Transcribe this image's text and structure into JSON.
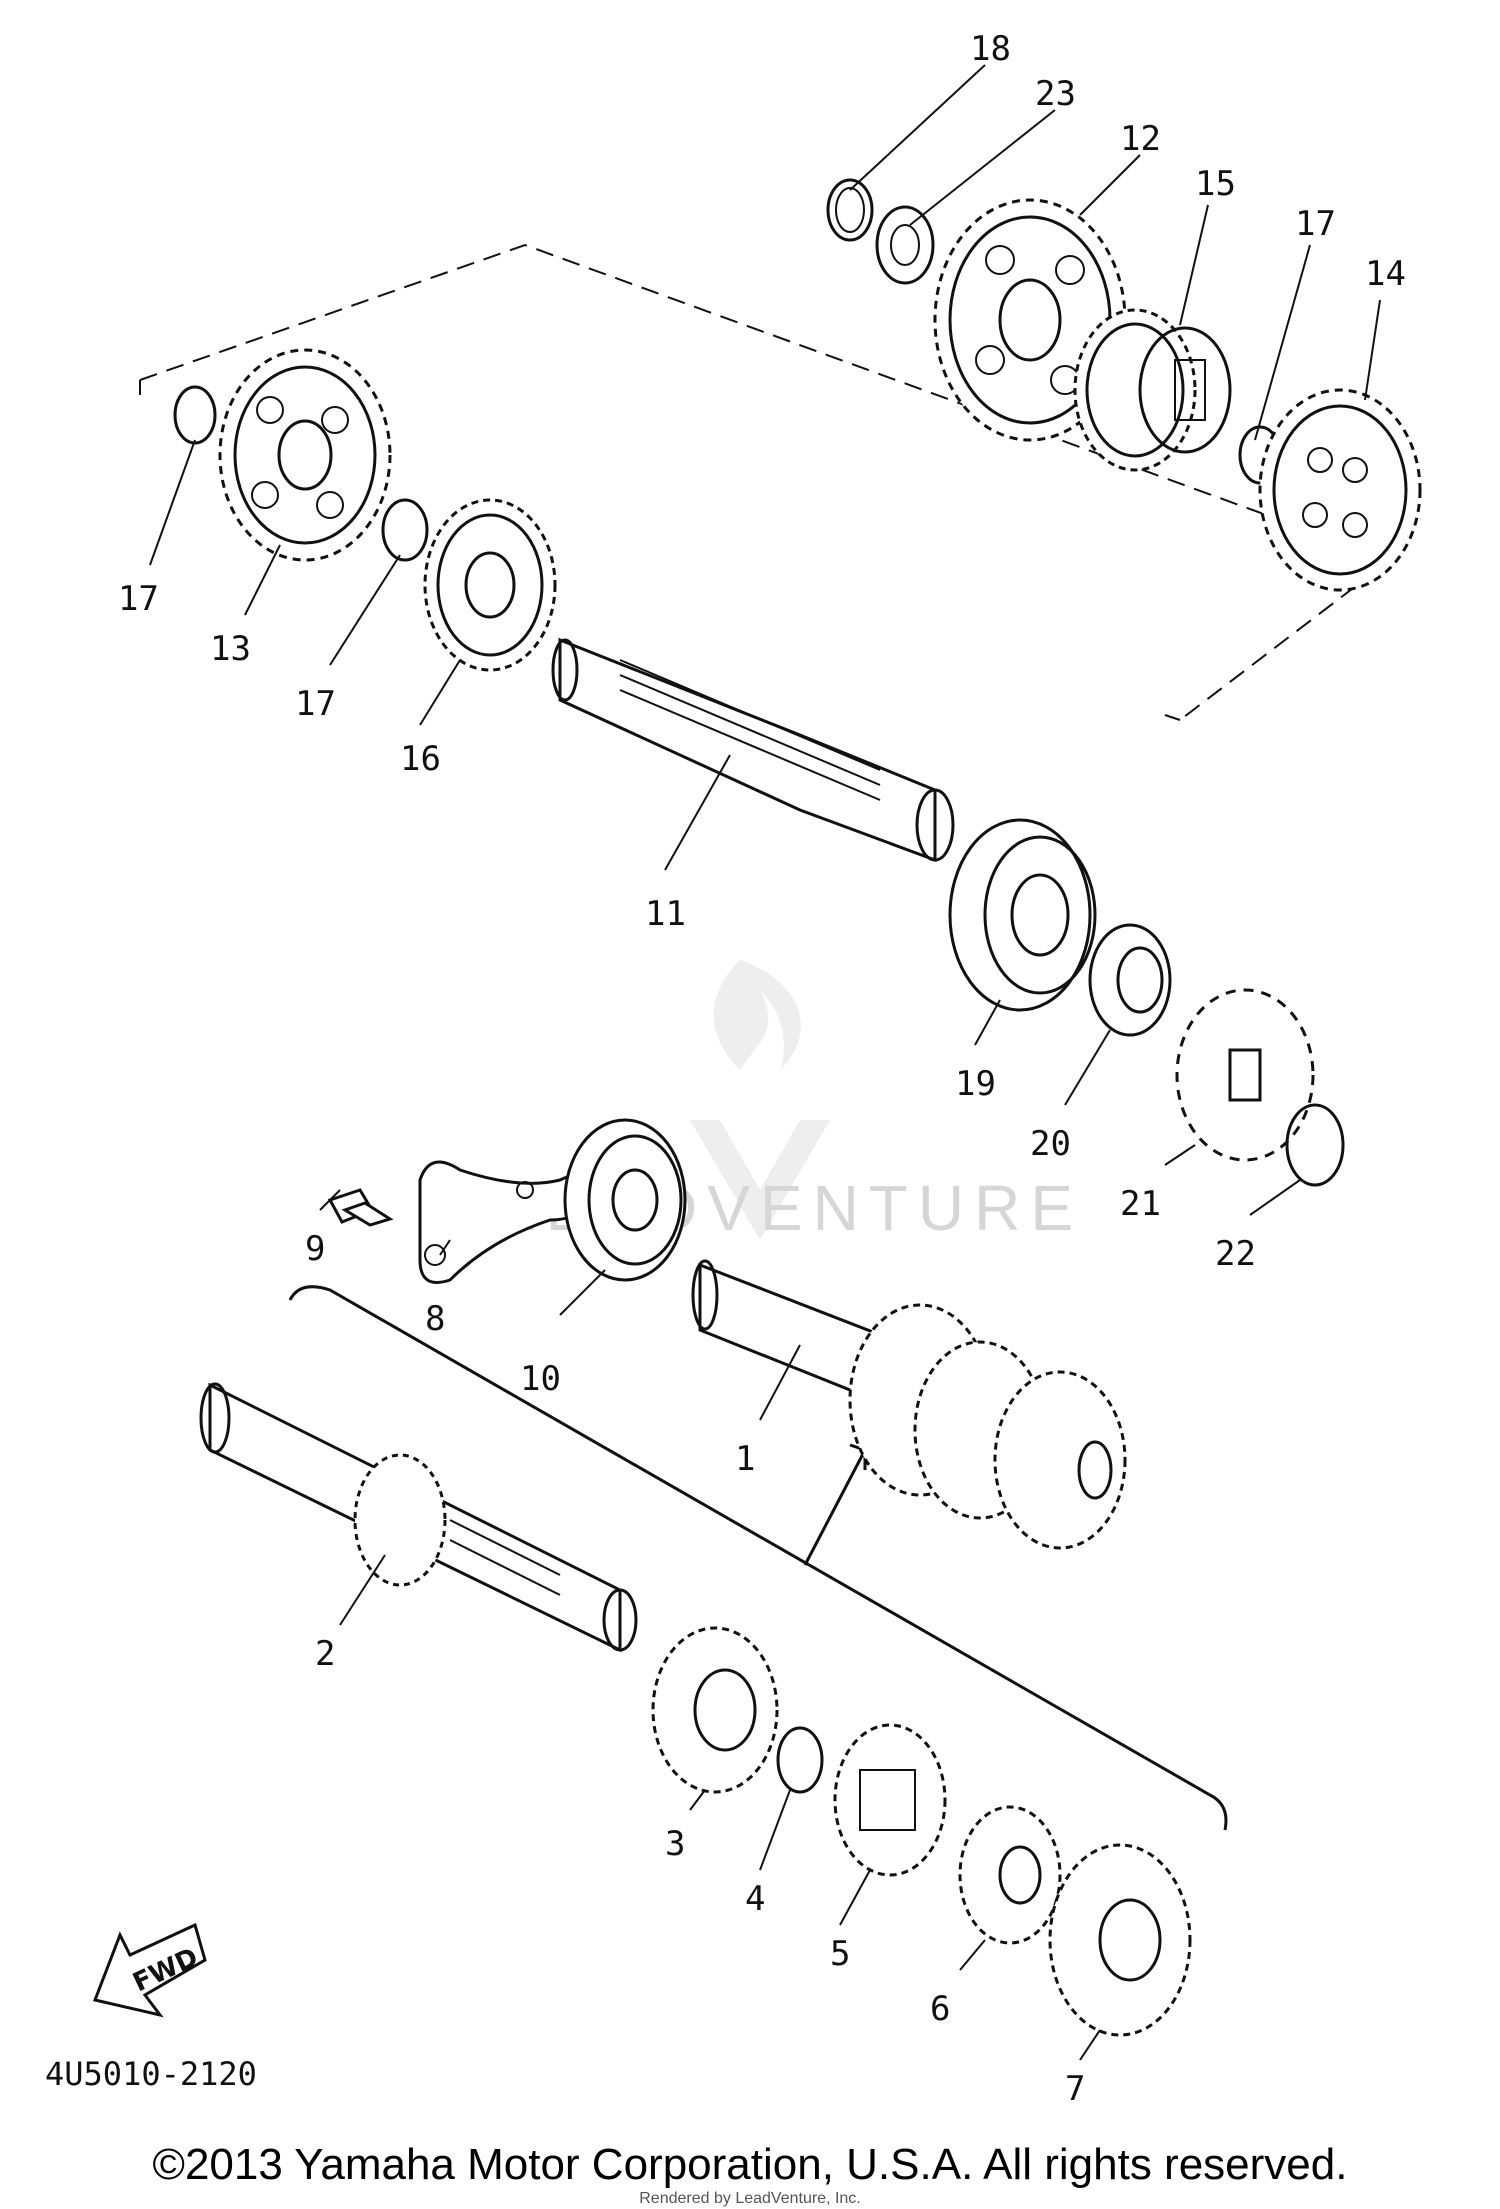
{
  "diagram": {
    "catalog_code": "4U5010-2120",
    "fwd_label": "FWD",
    "watermark": "LEADVENTURE",
    "copyright": "©2013 Yamaha Motor Corporation, U.S.A. All rights reserved.",
    "subcredit": "Rendered by LeadVenture, Inc.",
    "callouts": {
      "p1": "1",
      "p2": "2",
      "p3": "3",
      "p4": "4",
      "p5": "5",
      "p6": "6",
      "p7": "7",
      "p8": "8",
      "p9": "9",
      "p10": "10",
      "p11": "11",
      "p12": "12",
      "p13": "13",
      "p14": "14",
      "p15": "15",
      "p16": "16",
      "p17a": "17",
      "p17b": "17",
      "p17c": "17",
      "p18": "18",
      "p19": "19",
      "p20": "20",
      "p21": "21",
      "p22": "22",
      "p23": "23"
    }
  }
}
